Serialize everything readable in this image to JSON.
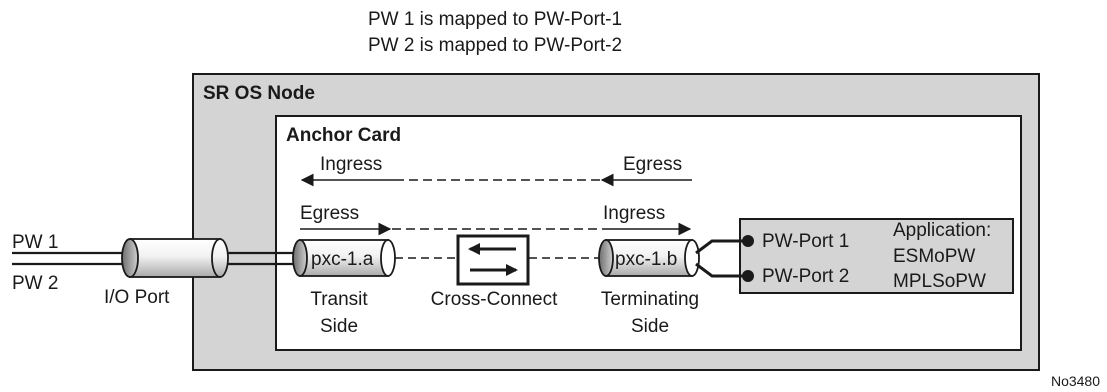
{
  "header": {
    "line1": "PW 1 is mapped to PW-Port-1",
    "line2": "PW 2 is mapped to PW-Port-2"
  },
  "node": {
    "title": "SR OS Node"
  },
  "card": {
    "title": "Anchor Card"
  },
  "flows": {
    "top_left": "Ingress",
    "top_right": "Egress",
    "bottom_left": "Egress",
    "bottom_right": "Ingress"
  },
  "pseudowires": {
    "pw1": "PW 1",
    "pw2": "PW 2"
  },
  "io_port": {
    "label": "I/O Port"
  },
  "pxc_a": {
    "label": "pxc-1.a",
    "caption_line1": "Transit",
    "caption_line2": "Side"
  },
  "cross_connect": {
    "label": "Cross-Connect"
  },
  "pxc_b": {
    "label": "pxc-1.b",
    "caption_line1": "Terminating",
    "caption_line2": "Side"
  },
  "app_box": {
    "port1": "PW-Port 1",
    "port2": "PW-Port 2",
    "app_title": "Application:",
    "app1": "ESMoPW",
    "app2": "MPLSoPW"
  },
  "figure_id": "No3480",
  "colors": {
    "node_fill": "#d4d4d4",
    "card_fill": "#ffffff",
    "app_fill": "#d4d4d4",
    "line": "#1a1a1a"
  }
}
